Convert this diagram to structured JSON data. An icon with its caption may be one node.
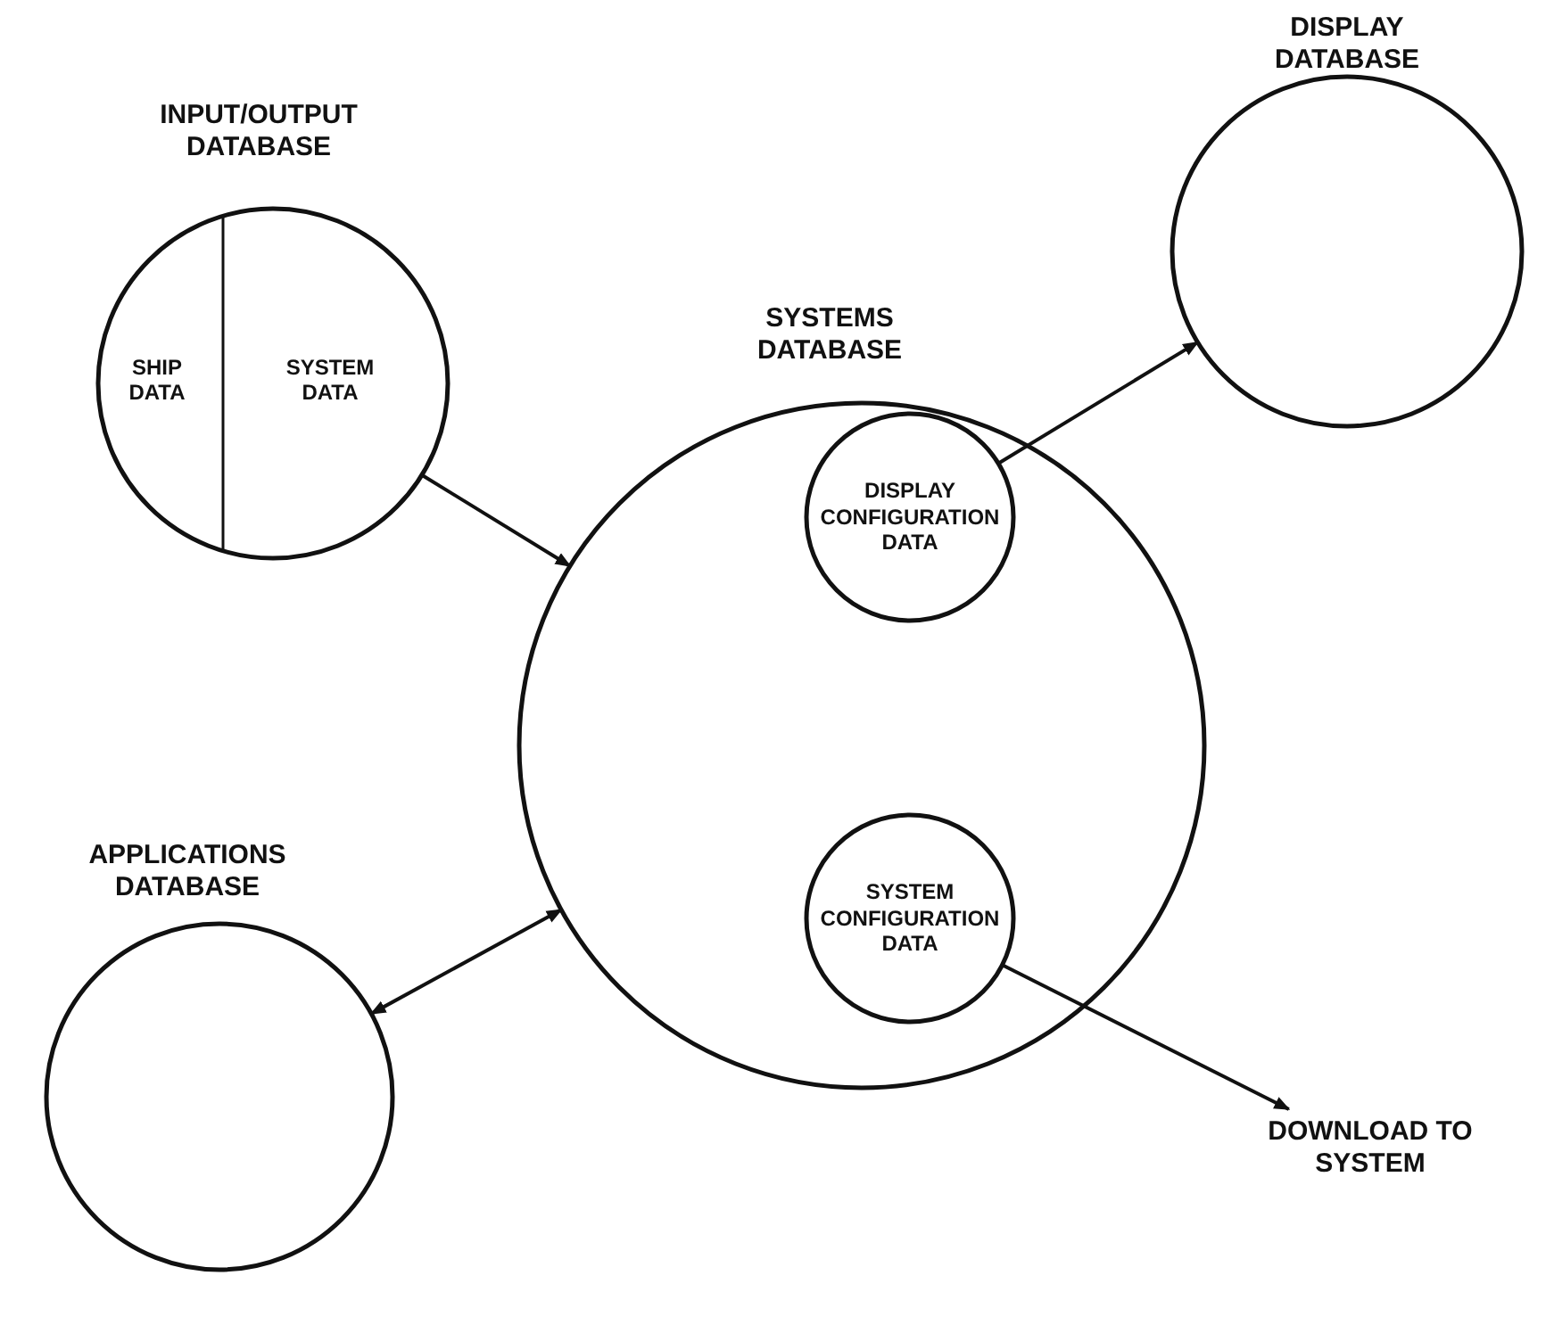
{
  "diagram": {
    "nodes": [
      {
        "text": [
          "INPUT/OUTPUT DATABASE",
          "SHIP DATA",
          "SYSTEM DATA"
        ]
      },
      {
        "text": [
          "DISPLAY DATABASE"
        ]
      },
      {
        "text": [
          "SYSTEMS DATABASE"
        ]
      },
      {
        "text": [
          "DISPLAY CONFIGURATION DATA"
        ],
        "in": 2
      },
      {
        "text": [
          "SYSTEM CONFIGURATION DATA"
        ],
        "in": 2
      },
      {
        "text": [
          "APPLICATIONS DATABASE"
        ]
      },
      {
        "text": [
          "DOWNLOAD TO SYSTEM"
        ]
      }
    ],
    "edges": [
      {
        "from": 0,
        "to": 2,
        "arrow": "to"
      },
      {
        "from": 3,
        "to": 1,
        "arrow": "to"
      },
      {
        "from": 5,
        "to": 2,
        "arrow": "both"
      },
      {
        "from": 4,
        "to": 6,
        "arrow": "to"
      }
    ]
  }
}
